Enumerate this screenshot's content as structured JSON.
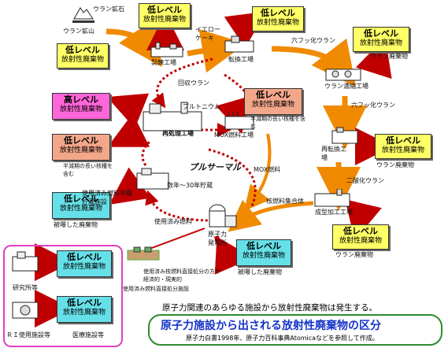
{
  "low_level": "低レベル",
  "high_level": "高レベル",
  "rad_waste": "放射性廃棄物",
  "facilities": {
    "mine": "ウラン鉱山",
    "ore": "ウラン鉱石",
    "refinery": "製錬工場",
    "conversion": "転換工場",
    "enrichment": "ウラン濃縮工場",
    "reconversion": "再転換工場",
    "fabrication": "成型加工工場",
    "plant": "原子力発電所",
    "reprocessing": "再処理工場",
    "mox_plant": "MOX燃料工場",
    "interim": "使用済み燃料中間貯蔵施設",
    "research": "研究所等",
    "ri": "ＲＩ使用施設等",
    "medical": "医療施設等"
  },
  "flows": {
    "yellowcake": "イエローケーキ",
    "uf6_1": "六フッ化ウラン",
    "uf6_2": "六フッ化ウラン",
    "uo2": "二酸化ウラン",
    "assembly": "核燃料集合体",
    "spent": "使用済み燃料",
    "recovered_u": "回収ウラン",
    "plutonium": "プルトニウム",
    "mox_fuel": "MOX燃料",
    "storage_years": "数年～30年貯蔵",
    "pluthermal": "プルサーマル"
  },
  "notes": {
    "uranium_waste": "ウラン廃棄物",
    "long_half_1": "半減期の長い核種を含む",
    "long_half_2": "半減期の長い核種を含む",
    "contaminated": "被曝した廃棄物",
    "direct_disposal": "使用済み核燃料直接処分の方が経済的・現実的",
    "direct_disposal_2": "使用済み燃料直接処分施設"
  },
  "caption": "原子力関連のあらゆる施設から放射性廃棄物は発生する。",
  "title": "原子力施設から出される放射性廃棄物の区分",
  "source_note": "原子力白書1998年、原子力百科事典Atomicaなどを参照して作成。"
}
